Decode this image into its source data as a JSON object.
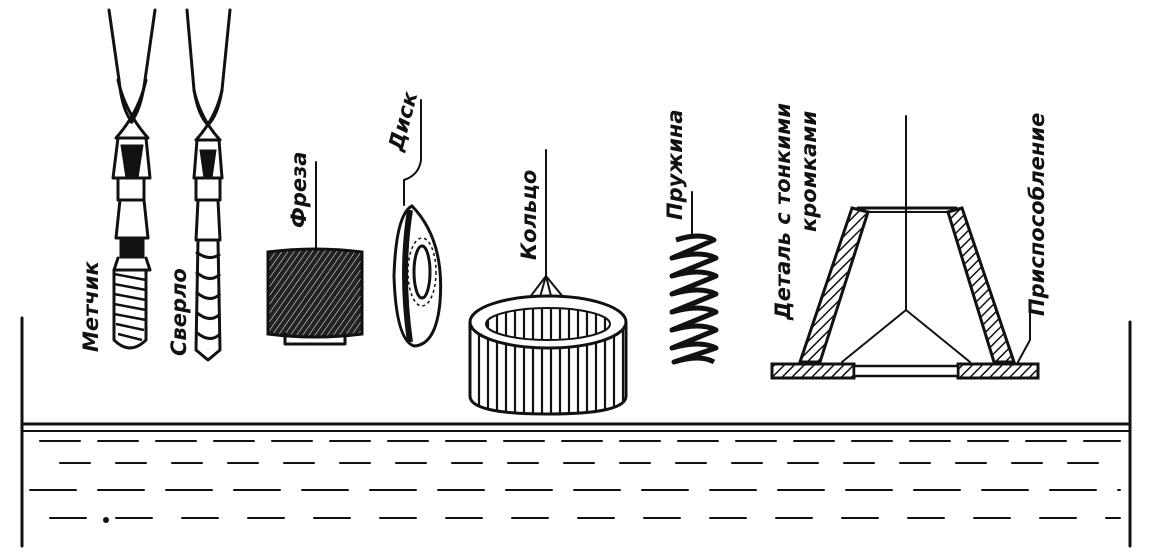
{
  "labels": {
    "tap": "Метчик",
    "drill": "Сверло",
    "cutter": "Фреза",
    "disk": "Диск",
    "ring": "Кольцо",
    "spring": "Пружина",
    "part_line1": "Деталь с тонкими",
    "part_line2": "кромками",
    "fixture": "Приспособление"
  },
  "colors": {
    "ink": "#111111",
    "background": "#ffffff"
  }
}
